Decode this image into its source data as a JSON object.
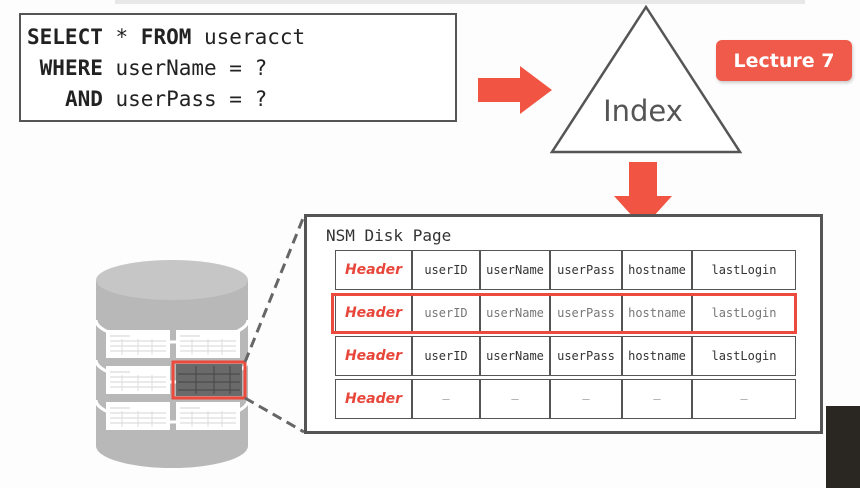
{
  "sql": {
    "line1": {
      "kw1": "SELECT",
      "mid": " * ",
      "kw2": "FROM",
      "rest": " useracct"
    },
    "line2": {
      "kw": "WHERE",
      "rest": " userName = ?"
    },
    "line3": {
      "kw": "AND",
      "rest": " userPass = ?"
    }
  },
  "index_label": "Index",
  "lecture_badge": "Lecture 7",
  "disk_page": {
    "title": "NSM Disk Page",
    "header_label": "Header",
    "columns": [
      "userID",
      "userName",
      "userPass",
      "hostname",
      "lastLogin"
    ],
    "empty_cell": "–",
    "highlighted_row": 2
  },
  "colors": {
    "accent": "#f05a4a",
    "arrow": "#f25443",
    "highlight": "#ec4a3c",
    "border": "#555555",
    "disk": "#b8b8b8"
  },
  "icons": [
    "database-icon",
    "arrow-right-icon",
    "arrow-down-icon",
    "index-triangle-icon"
  ]
}
